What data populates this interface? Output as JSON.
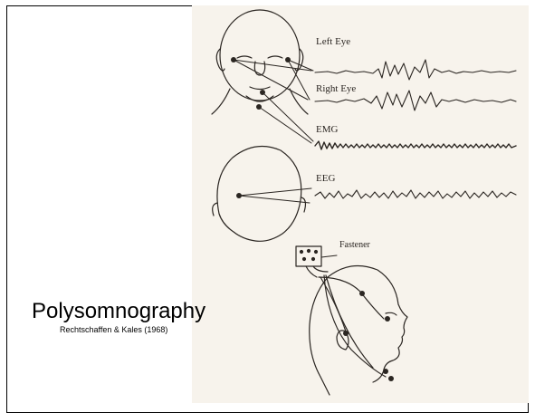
{
  "slide": {
    "title": "Polysomnography",
    "citation": "Rechtschaffen & Kales (1968)"
  },
  "figure": {
    "labels": {
      "left_eye": "Left Eye",
      "right_eye": "Right Eye",
      "emg": "EMG",
      "eeg": "EEG",
      "fastener": "Fastener"
    },
    "colors": {
      "paper": "#f7f3ec",
      "ink": "#2b2622"
    }
  }
}
